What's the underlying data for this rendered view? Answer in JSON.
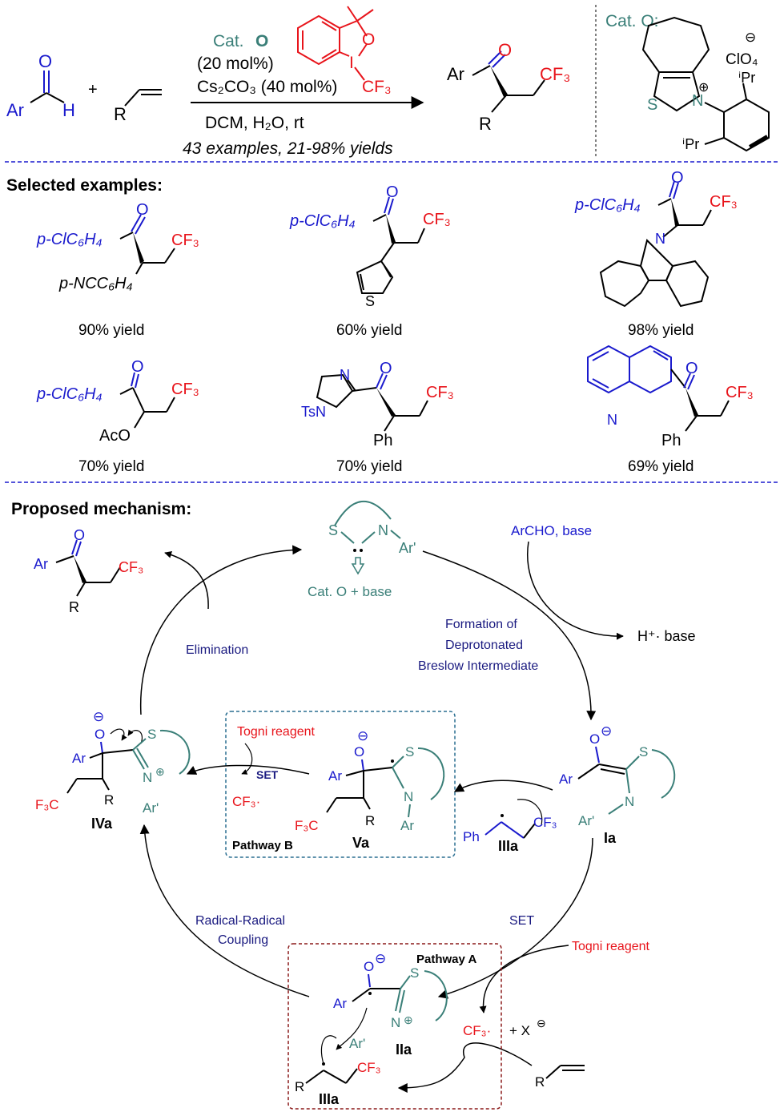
{
  "colors": {
    "black": "#000000",
    "red": "#e8141b",
    "blue": "#1a1acd",
    "teal": "#3a7f78",
    "navy": "#1a1a80",
    "boxB": "#2a6e91",
    "boxA": "#8b1a1a",
    "divider": "#1a1acd"
  },
  "scheme": {
    "ar": "Ar",
    "o": "O",
    "h": "H",
    "plus": "+",
    "r": "R",
    "cat_prefix": "Cat. ",
    "cat_letter": "O",
    "cond_mol": "(20 mol%)",
    "cond_base": "Cs₂CO₃ (40 mol%)",
    "cond_solvent": "DCM, H₂O, rt",
    "examples_note": "43 examples, 21-98% yields",
    "togni_i": "I",
    "togni_cf3": "CF₃",
    "cf3": "CF₃",
    "cat_o_label": "Cat. O:",
    "s": "S",
    "n": "N",
    "clo4": "ClO₄",
    "ipr": "ⁱPr",
    "plus_circle": "⊕",
    "minus_circle": "⊖"
  },
  "examples": {
    "title": "Selected examples:",
    "aryl": "p-ClC₆H₄",
    "items": [
      {
        "sub": "p-NCC₆H₄",
        "yield": "90% yield"
      },
      {
        "sub": "thiophen-3-yl",
        "yield": "60% yield"
      },
      {
        "sub": "carbazol-9-yl",
        "yield": "98% yield"
      },
      {
        "sub": "AcO",
        "yield": "70% yield"
      },
      {
        "aryl": "TsN",
        "sub": "Ph",
        "yield": "70% yield"
      },
      {
        "aryl": "quinolin-3-yl",
        "sub": "Ph",
        "yield": "69% yield"
      }
    ]
  },
  "mechanism": {
    "title": "Proposed mechanism:",
    "cat_label": "Cat. O + base",
    "archo": "ArCHO, base",
    "h_base": "H⁺· base",
    "formation": [
      "Formation of",
      "Deprotonated",
      "Breslow Intermediate"
    ],
    "elimination": "Elimination",
    "radical_coupling": [
      "Radical-Radical",
      "Coupling"
    ],
    "set": "SET",
    "togni_reagent": "Togni reagent",
    "pathway_a": "Pathway A",
    "pathway_b": "Pathway B",
    "cf3_radical": "CF₃·",
    "x_minus": "+ X",
    "labels": {
      "Ia": "Ia",
      "IIa": "IIa",
      "IIIa": "IIIa",
      "IVa": "IVa",
      "Va": "Va"
    },
    "ar_prime": "Ar'",
    "ph": "Ph",
    "f3c": "F₃C"
  }
}
